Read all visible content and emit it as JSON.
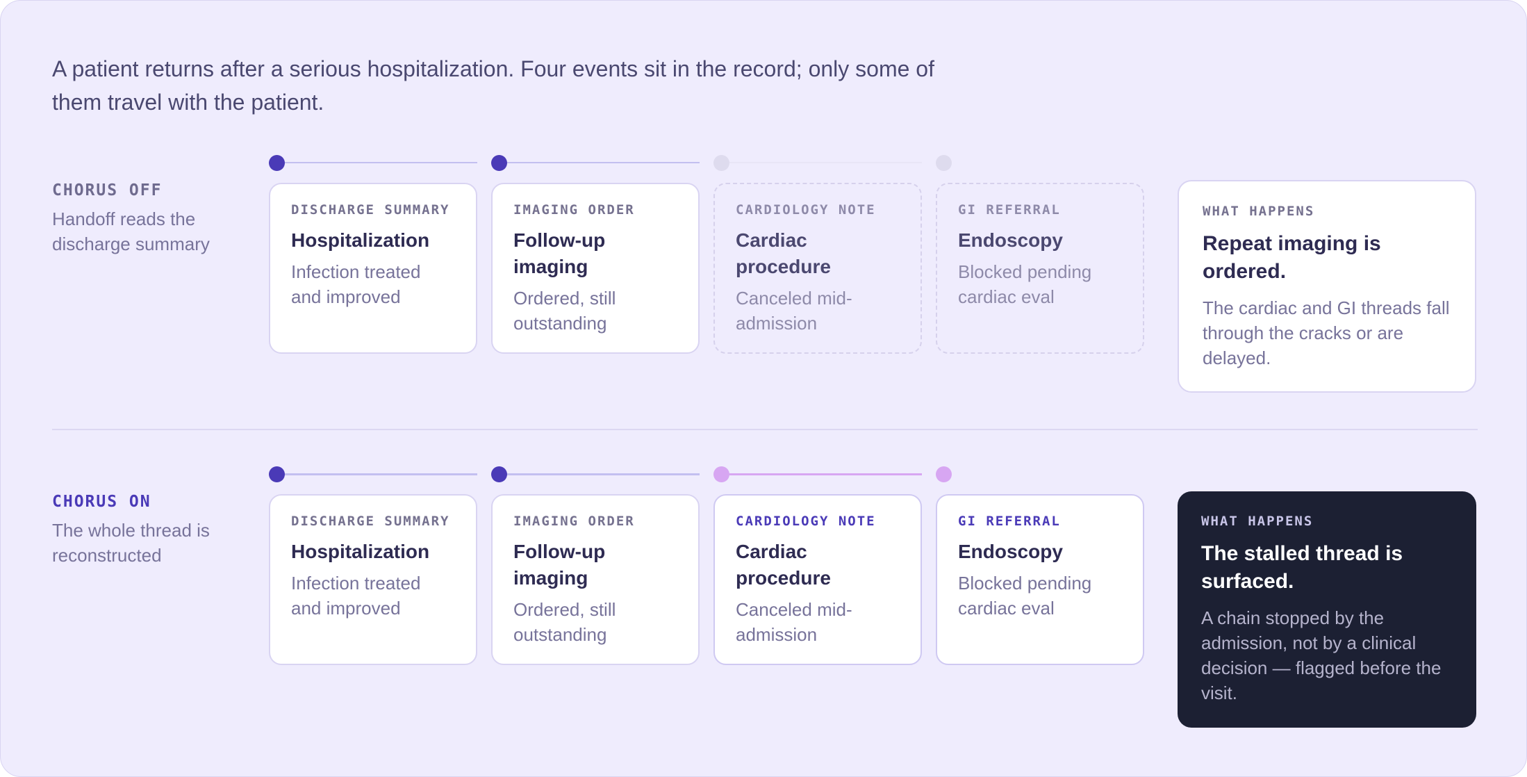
{
  "intro": "A patient returns after a serious hospitalization. Four events sit in the record; only some of them travel with the patient.",
  "colors": {
    "accent": "#4a3ab7",
    "accent_line": "#c3bff0",
    "pink": "#d7a6f2",
    "muted_dot": "#dedbee",
    "muted_line": "#e8e5f6",
    "dark_card": "#1c2033"
  },
  "rows": {
    "off": {
      "label": "CHORUS OFF",
      "sub": "Handoff reads the discharge summary",
      "cards": [
        {
          "kicker": "DISCHARGE SUMMARY",
          "title": "Hospitalization",
          "body": "Infection treated and improved"
        },
        {
          "kicker": "IMAGING ORDER",
          "title": "Follow-up imaging",
          "body": "Ordered, still outstanding"
        },
        {
          "kicker": "CARDIOLOGY NOTE",
          "title": "Cardiac procedure",
          "body": "Canceled mid-admission"
        },
        {
          "kicker": "GI REFERRAL",
          "title": "Endoscopy",
          "body": "Blocked pending cardiac eval"
        }
      ],
      "outcome": {
        "kicker": "WHAT HAPPENS",
        "title": "Repeat imaging is ordered.",
        "body": "The cardiac and GI threads fall through the cracks or are delayed."
      }
    },
    "on": {
      "label": "CHORUS ON",
      "sub": "The whole thread is reconstructed",
      "cards": [
        {
          "kicker": "DISCHARGE SUMMARY",
          "title": "Hospitalization",
          "body": "Infection treated and improved"
        },
        {
          "kicker": "IMAGING ORDER",
          "title": "Follow-up imaging",
          "body": "Ordered, still outstanding"
        },
        {
          "kicker": "CARDIOLOGY NOTE",
          "title": "Cardiac procedure",
          "body": "Canceled mid-admission"
        },
        {
          "kicker": "GI REFERRAL",
          "title": "Endoscopy",
          "body": "Blocked pending cardiac eval"
        }
      ],
      "outcome": {
        "kicker": "WHAT HAPPENS",
        "title": "The stalled thread is surfaced.",
        "body": "A chain stopped by the admission, not by a clinical decision — flagged before the visit."
      }
    }
  }
}
